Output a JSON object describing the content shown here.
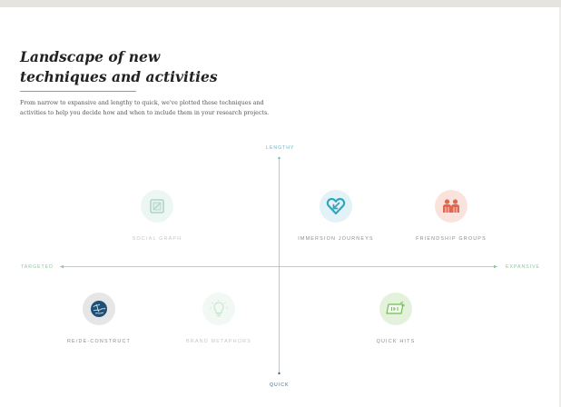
{
  "title_line1": "Landscape of new",
  "title_line2": "techniques and activities",
  "intro_line1": "From narrow to expansive and lengthy to quick, we've plotted these techniques and",
  "intro_line2": "activities to help you decide how and when to include them in your research projects.",
  "axes": {
    "top": "LENGTHY",
    "bottom": "QUICK",
    "left": "TARGETED",
    "right": "EXPANSIVE"
  },
  "items": [
    {
      "label": "SOCIAL GRAPH",
      "icon": "social-graph-icon"
    },
    {
      "label": "IMMERSION JOURNEYS",
      "icon": "immersion-journeys-icon"
    },
    {
      "label": "FRIENDSHIP GROUPS",
      "icon": "friendship-groups-icon"
    },
    {
      "label": "RE/DE-CONSTRUCT",
      "icon": "re-de-construct-icon"
    },
    {
      "label": "BRAND METAPHORS",
      "icon": "brand-metaphors-icon"
    },
    {
      "label": "QUICK HITS",
      "icon": "quick-hits-icon"
    }
  ],
  "colors": {
    "lengthy": "#6fb6c8",
    "quick": "#3e6f8f",
    "targeted": "#8cc79a",
    "expansive": "#8cc79a",
    "axis_line": "#9a9a9a",
    "social_graph": "#4a9a86",
    "immersion": "#2fa6c0",
    "friendship": "#e2674f",
    "reconstruct": "#1f4f74",
    "brand": "#8cc79a",
    "quickhits": "#6fbf55"
  }
}
